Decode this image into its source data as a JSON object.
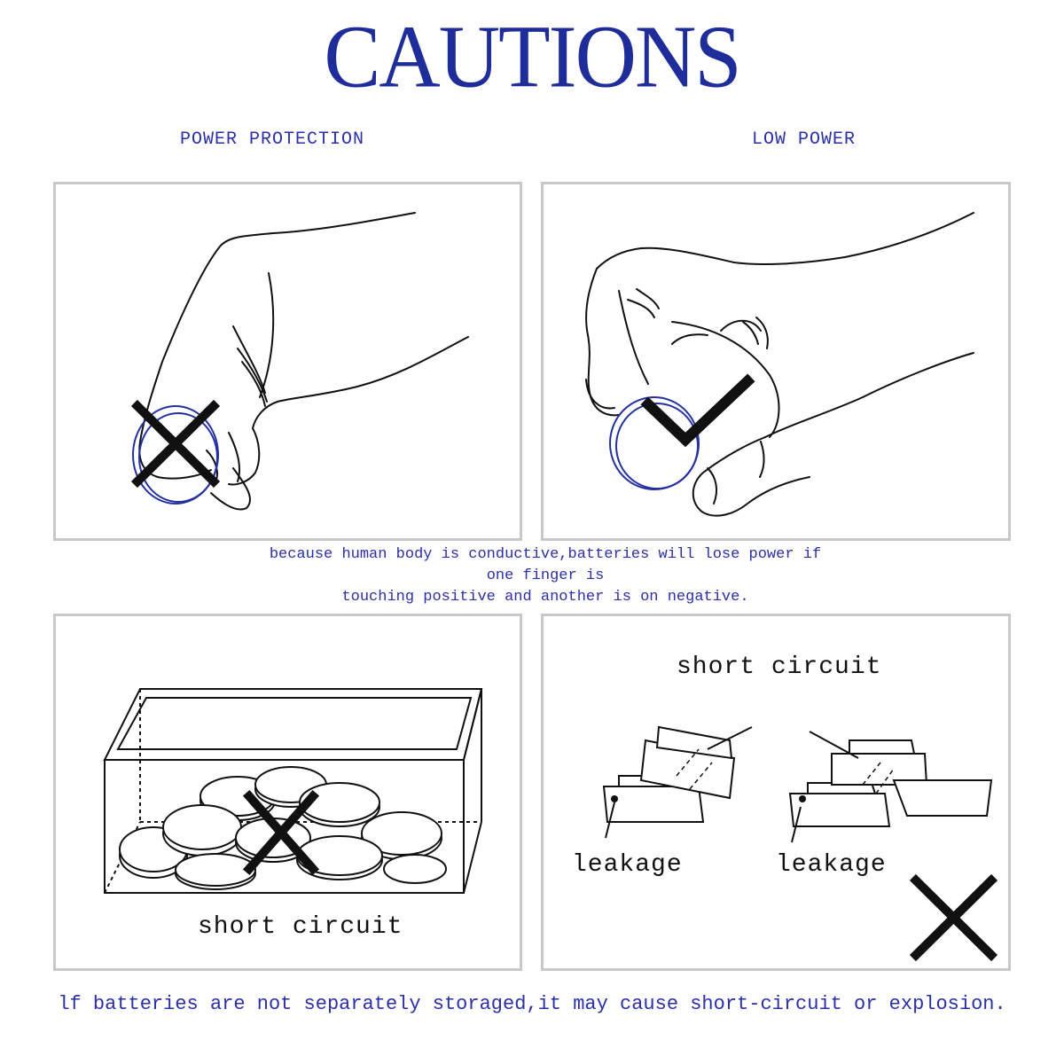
{
  "title": "CAUTIONS",
  "sections": {
    "left_label": "POWER PROTECTION",
    "right_label": "LOW POWER"
  },
  "note_lines": [
    "because human body is conductive,batteries will lose power if",
    "one finger is",
    "touching positive and another is on negative."
  ],
  "panels": {
    "storage_label": "short circuit",
    "short_circuit_title": "short circuit",
    "leakage_left": "leakage",
    "leakage_right": "leakage"
  },
  "footer": "lf batteries are not separately storaged,it may cause short-circuit or explosion.",
  "colors": {
    "accent": "#2b2fa8",
    "title": "#1f2d9a",
    "border": "#c8c8c8",
    "ink": "#111111"
  },
  "icons": {
    "wrong": "cross-mark-icon",
    "right": "check-mark-icon"
  }
}
